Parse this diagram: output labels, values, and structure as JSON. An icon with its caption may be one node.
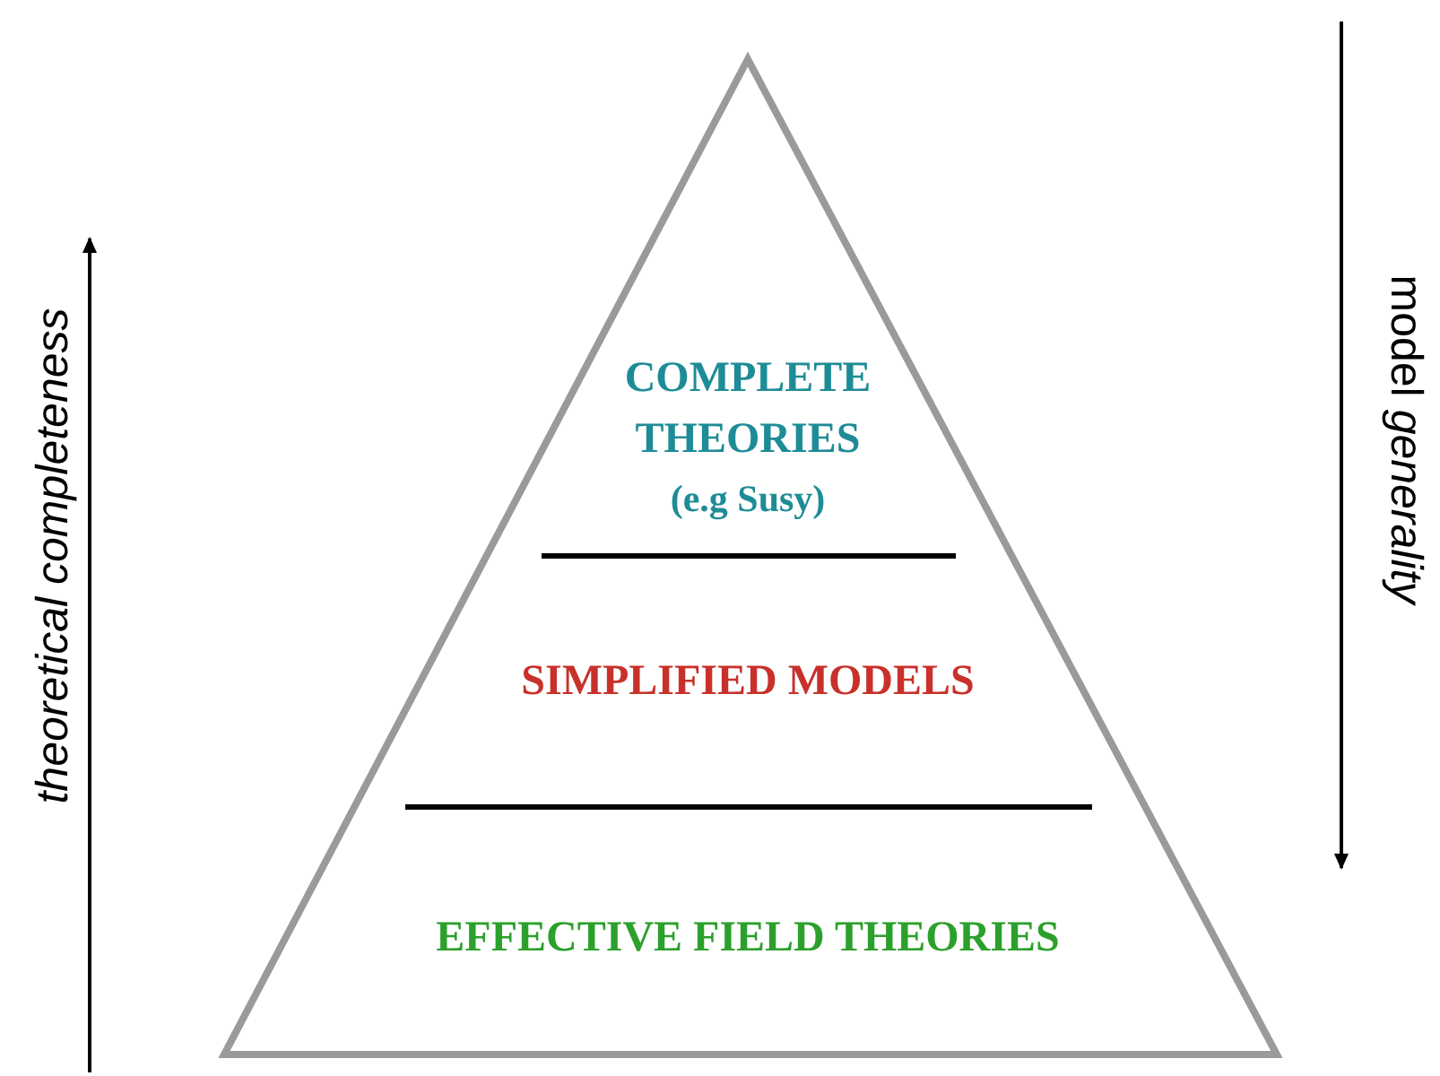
{
  "diagram": {
    "labels": [
      "theoretical completeness",
      "model *generality*",
      "COMPLETE THEORIES",
      "(e.g Susy)",
      "SIMPLIFIED MODELS",
      "EFFECTIVE FIELD THEORIES"
    ]
  }
}
